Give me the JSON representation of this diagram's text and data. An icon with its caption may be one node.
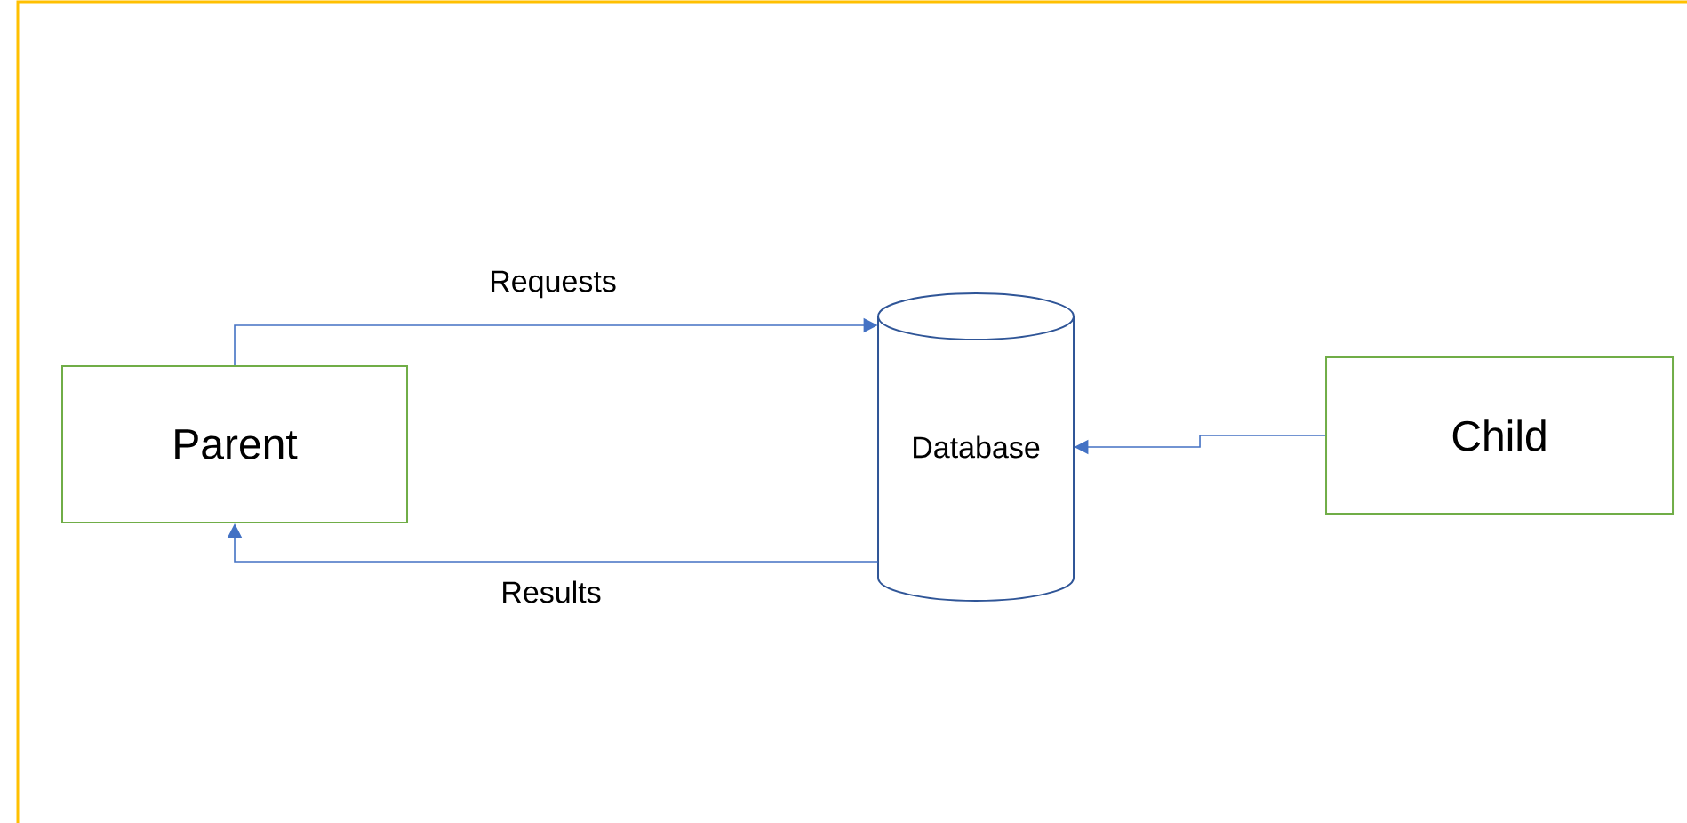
{
  "diagram": {
    "nodes": [
      {
        "text": [
          "Parent"
        ]
      },
      {
        "text": [
          "Database"
        ]
      },
      {
        "text": [
          "Child"
        ]
      }
    ],
    "edges": [
      {
        "from": 0,
        "to": 1,
        "arrow": "to",
        "label": "Requests"
      },
      {
        "from": 1,
        "to": 0,
        "arrow": "to",
        "label": "Results"
      },
      {
        "from": 2,
        "to": 1,
        "arrow": "to"
      }
    ]
  }
}
